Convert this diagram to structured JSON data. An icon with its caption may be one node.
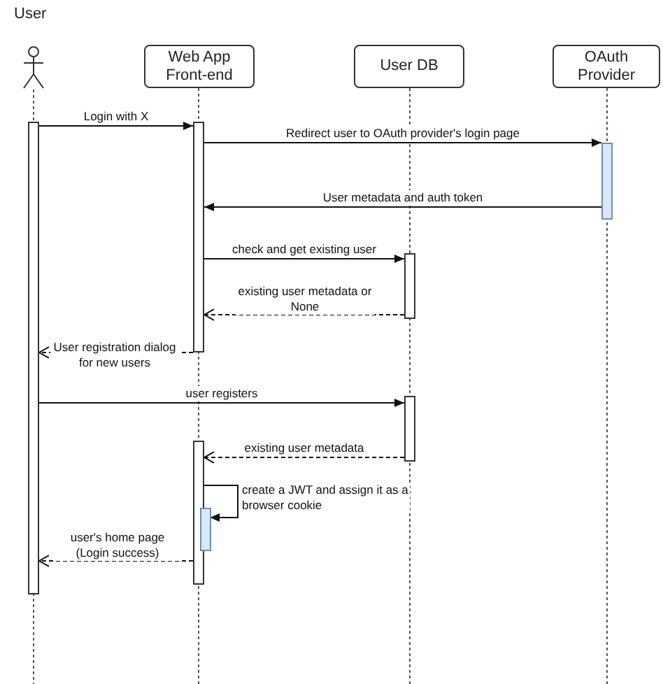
{
  "diagram": {
    "nodes": [
      {
        "text": [
          "User"
        ]
      },
      {
        "text": [
          "Web App Front-end"
        ]
      },
      {
        "text": [
          "User DB"
        ]
      },
      {
        "text": [
          "OAuth Provider"
        ]
      },
      {
        "text": [],
        "shape": "bar"
      },
      {
        "text": [],
        "shape": "bar"
      },
      {
        "text": [],
        "shape": "bar"
      },
      {
        "text": [],
        "shape": "bar"
      },
      {
        "text": [],
        "shape": "bar"
      },
      {
        "text": [],
        "shape": "bar"
      },
      {
        "text": [],
        "shape": "bar",
        "in": 9
      }
    ],
    "edges": [
      {
        "from": 4,
        "to": 5,
        "arrow": "to",
        "label": "Login with X"
      },
      {
        "from": 5,
        "to": 6,
        "arrow": "to",
        "label": "Redirect user to OAuth provider's login page"
      },
      {
        "from": 6,
        "to": 5,
        "arrow": "to",
        "label": "User metadata and auth token"
      },
      {
        "from": 5,
        "to": 7,
        "arrow": "to",
        "label": "check and get existing user"
      },
      {
        "from": 7,
        "to": 5,
        "arrow": "to",
        "style": "dashed",
        "label": "existing user metadata or None"
      },
      {
        "from": 5,
        "to": 4,
        "arrow": "to",
        "style": "dashed",
        "label": "User registration dialog for new users"
      },
      {
        "from": 4,
        "to": 8,
        "arrow": "to",
        "label": "user registers"
      },
      {
        "from": 8,
        "to": 9,
        "arrow": "to",
        "style": "dashed",
        "label": "existing user metadata"
      },
      {
        "from": 9,
        "to": 10,
        "arrow": "to",
        "label": "create a JWT and assign it as a browser cookie"
      },
      {
        "from": 9,
        "to": 4,
        "arrow": "to",
        "style": "dashed",
        "label": "user's home page (Login success)"
      }
    ]
  }
}
